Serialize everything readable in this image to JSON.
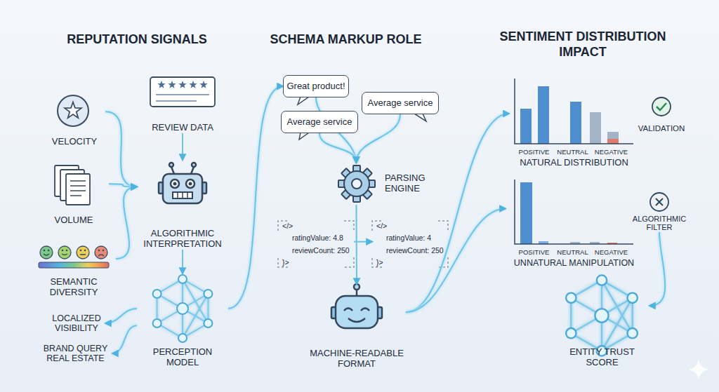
{
  "diagram": {
    "nodes": [
      {
        "text": [
          "VELOCITY"
        ]
      },
      {
        "text": [
          "VOLUME"
        ]
      },
      {
        "text": [
          "SEMANTIC DIVERSITY"
        ]
      },
      {
        "text": [
          "REVIEW DATA"
        ]
      },
      {
        "text": [
          "ALGORITHMIC INTERPRETATION"
        ]
      },
      {
        "text": [
          "PERCEPTION MODEL"
        ]
      },
      {
        "text": [
          "LOCALIZED VISIBILITY"
        ]
      },
      {
        "text": [
          "BRAND QUERY REAL ESTATE"
        ]
      },
      {
        "text": [
          "Great product!"
        ]
      },
      {
        "text": [
          "Average service"
        ]
      },
      {
        "text": [
          "Average service"
        ]
      },
      {
        "text": [
          "PARSING ENGINE"
        ]
      },
      {
        "text": [
          "</>",
          "ratingValue: 4.8",
          "reviewCount: 250",
          "}>"
        ]
      },
      {
        "text": [
          "</>",
          "ratingValue: 4",
          "reviewCount: 250",
          "}>"
        ]
      },
      {
        "text": [
          "MACHINE-READABLE FORMAT"
        ]
      },
      {
        "text": [
          "POSITIVE",
          "NEUTRAL",
          "NEGATIVE",
          "NATURAL DISTRIBUTION"
        ]
      },
      {
        "text": [
          "VALIDATION"
        ]
      },
      {
        "text": [
          "POSITIVE",
          "NEUTRAL",
          "NEGATIVE",
          "UNNATURAL MANIPULATION"
        ]
      },
      {
        "text": [
          "ALGORITHMIC FILTER"
        ]
      },
      {
        "text": [
          "ENTITY TRUST SCORE"
        ]
      }
    ],
    "edges": [
      {
        "from": 0,
        "to": 4,
        "arrow": "to"
      },
      {
        "from": 1,
        "to": 4,
        "arrow": "to"
      },
      {
        "from": 2,
        "to": 4,
        "arrow": "to"
      },
      {
        "from": 3,
        "to": 4,
        "arrow": "to"
      },
      {
        "from": 4,
        "to": 5,
        "arrow": "to"
      },
      {
        "from": 5,
        "to": 6,
        "arrow": "to"
      },
      {
        "from": 5,
        "to": 7,
        "arrow": "to"
      },
      {
        "from": 5,
        "to": 8,
        "arrow": "to"
      },
      {
        "from": 8,
        "to": 11,
        "arrow": "to"
      },
      {
        "from": 9,
        "to": 11,
        "arrow": "to"
      },
      {
        "from": 10,
        "to": 11,
        "arrow": "to"
      },
      {
        "from": 11,
        "to": 14,
        "arrow": "to"
      },
      {
        "from": 12,
        "to": 13,
        "arrow": "to"
      },
      {
        "from": 14,
        "to": 15,
        "arrow": "to"
      },
      {
        "from": 14,
        "to": 17,
        "arrow": "to"
      },
      {
        "from": 18,
        "to": 19,
        "arrow": "to"
      }
    ],
    "labels": [
      "REPUTATION SIGNALS",
      "SCHEMA MARKUP ROLE",
      "SENTIMENT DISTRIBUTION IMPACT"
    ]
  }
}
